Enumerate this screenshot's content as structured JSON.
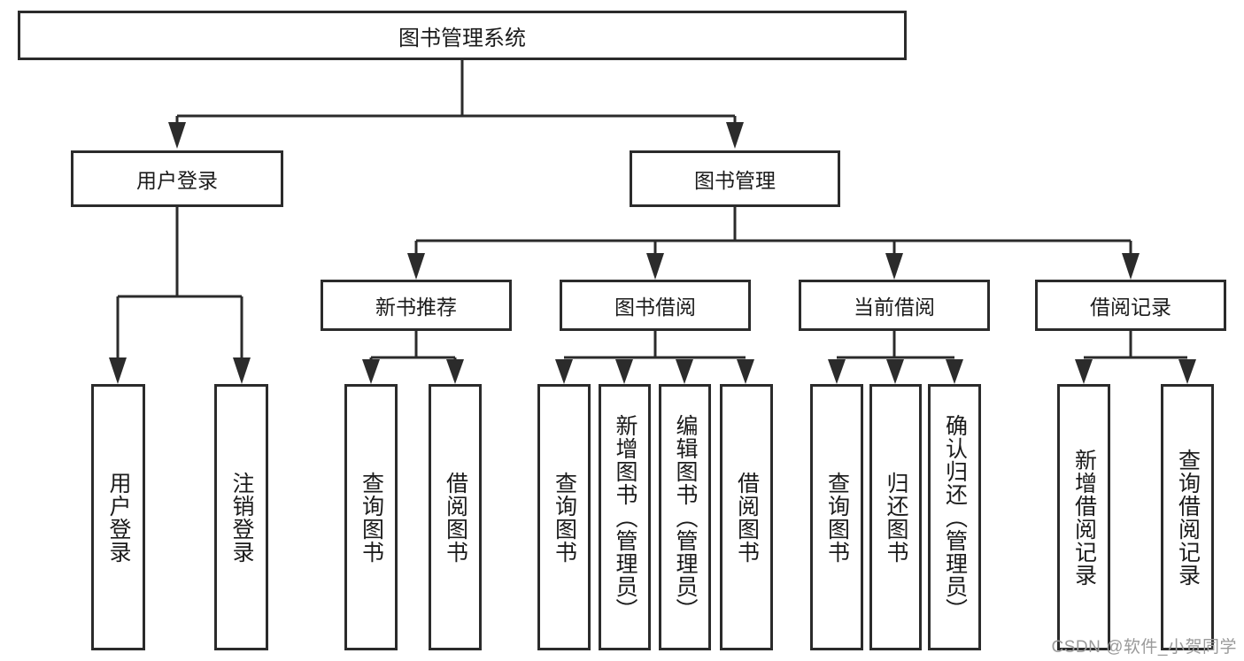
{
  "diagram": {
    "type": "tree",
    "title": "图书管理系统",
    "orientation": "top-down",
    "root": {
      "id": "root",
      "label": "图书管理系统"
    },
    "level2": [
      {
        "id": "user-login",
        "label": "用户登录"
      },
      {
        "id": "book-management",
        "label": "图书管理"
      }
    ],
    "level3": [
      {
        "id": "new-book-recommend",
        "label": "新书推荐",
        "parent": "book-management"
      },
      {
        "id": "book-borrow",
        "label": "图书借阅",
        "parent": "book-management"
      },
      {
        "id": "current-borrow",
        "label": "当前借阅",
        "parent": "book-management"
      },
      {
        "id": "borrow-record",
        "label": "借阅记录",
        "parent": "book-management"
      }
    ],
    "leaves": [
      {
        "id": "leaf-user-login",
        "label": "用户登录",
        "parent": "user-login"
      },
      {
        "id": "leaf-user-logout",
        "label": "注销登录",
        "parent": "user-login"
      },
      {
        "id": "leaf-query-book-1",
        "label": "查询图书",
        "parent": "new-book-recommend"
      },
      {
        "id": "leaf-borrow-book-1",
        "label": "借阅图书",
        "parent": "new-book-recommend"
      },
      {
        "id": "leaf-query-book-2",
        "label": "查询图书",
        "parent": "book-borrow"
      },
      {
        "id": "leaf-add-book",
        "label": "新增图书（管理员）",
        "parent": "book-borrow"
      },
      {
        "id": "leaf-edit-book",
        "label": "编辑图书（管理员）",
        "parent": "book-borrow"
      },
      {
        "id": "leaf-borrow-book-2",
        "label": "借阅图书",
        "parent": "book-borrow"
      },
      {
        "id": "leaf-query-book-3",
        "label": "查询图书",
        "parent": "current-borrow"
      },
      {
        "id": "leaf-return-book",
        "label": "归还图书",
        "parent": "current-borrow"
      },
      {
        "id": "leaf-confirm-return",
        "label": "确认归还（管理员）",
        "parent": "current-borrow"
      },
      {
        "id": "leaf-add-record",
        "label": "新增借阅记录",
        "parent": "borrow-record"
      },
      {
        "id": "leaf-query-record",
        "label": "查询借阅记录",
        "parent": "borrow-record"
      }
    ]
  },
  "watermark": {
    "text": "CSDN @软件_小贺同学"
  },
  "colors": {
    "stroke": "#2b2b2b",
    "box_fill": "#ffffff",
    "text": "#1b1b1b",
    "watermark": "#9a9a9a",
    "background": "#ffffff"
  }
}
